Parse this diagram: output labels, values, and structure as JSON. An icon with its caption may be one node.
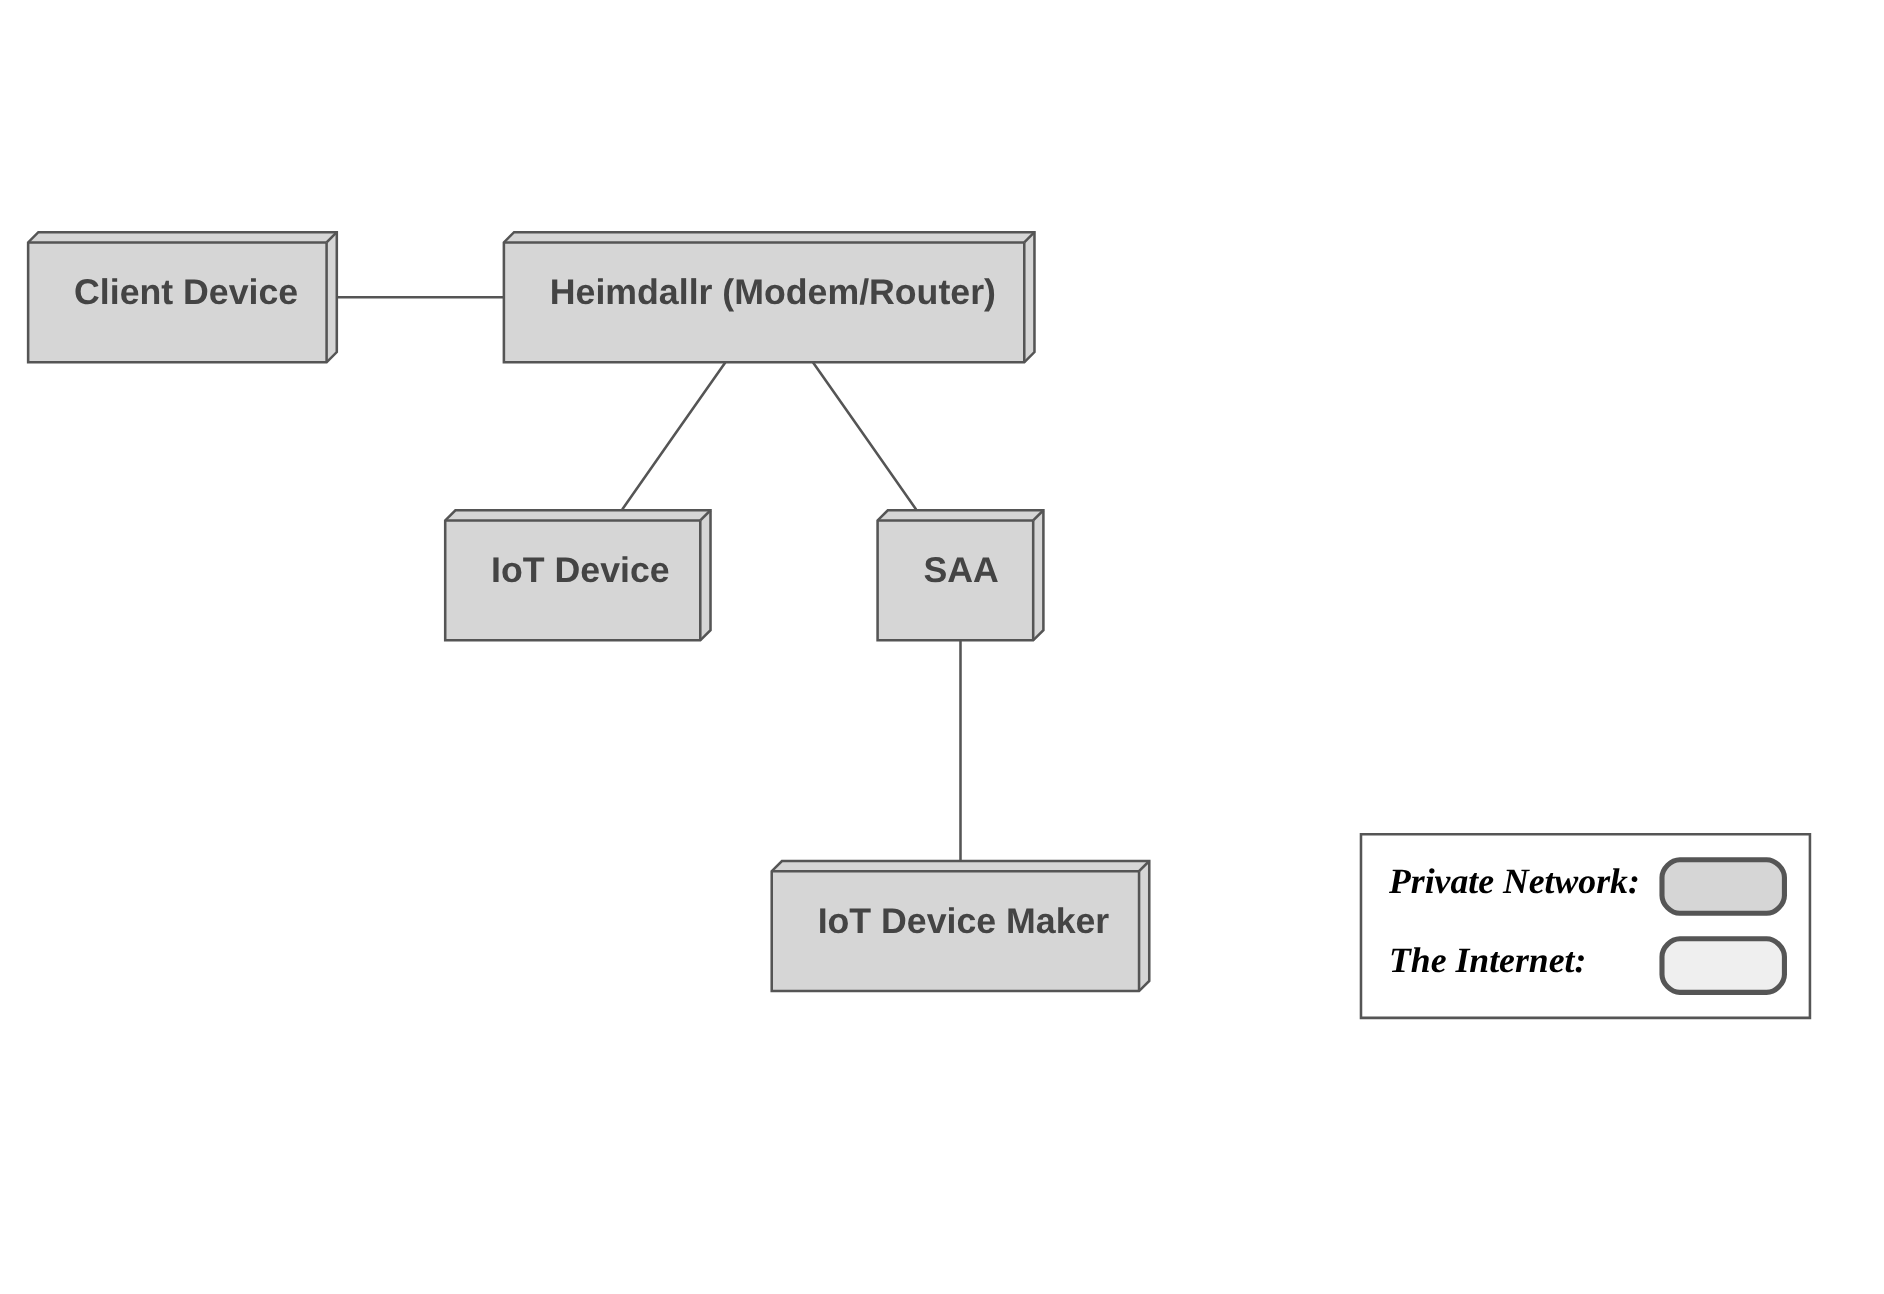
{
  "diagram": {
    "nodes": [
      {
        "text": [
          "Client Device"
        ]
      },
      {
        "text": [
          "Heimdallr (Modem/Router)"
        ]
      },
      {
        "text": [
          "IoT Device"
        ]
      },
      {
        "text": [
          "SAA"
        ]
      },
      {
        "text": [
          "IoT Device Maker"
        ]
      }
    ],
    "edges": [
      {
        "from": 0,
        "to": 1,
        "arrow": "none"
      },
      {
        "from": 1,
        "to": 2,
        "arrow": "none"
      },
      {
        "from": 1,
        "to": 3,
        "arrow": "none"
      },
      {
        "from": 3,
        "to": 4,
        "arrow": "none"
      }
    ],
    "legend": [
      {
        "text": "Private Network:"
      },
      {
        "text": "The Internet:"
      }
    ]
  }
}
